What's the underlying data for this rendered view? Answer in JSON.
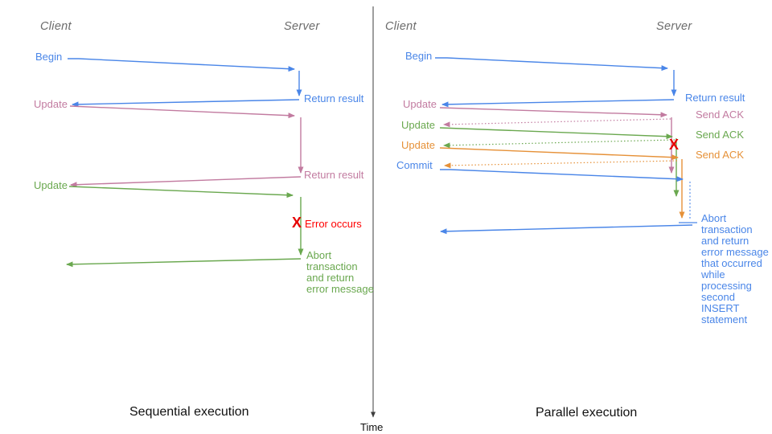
{
  "palette": {
    "blue": "#4a86e8",
    "pink": "#c27ba0",
    "green": "#6aa84f",
    "orange": "#e69138",
    "red": "#ff0000",
    "axis": "#3d3d3d",
    "header_gray": "#6b6b6b"
  },
  "timeline": {
    "label": "Time"
  },
  "left": {
    "title": "Sequential execution",
    "client_header": "Client",
    "server_header": "Server",
    "messages": {
      "begin": "Begin",
      "return_result_1": "Return result",
      "update_1": "Update",
      "return_result_2": "Return result",
      "update_2": "Update",
      "error_mark": "X",
      "error_occurs": "Error occurs",
      "abort_lines": [
        "Abort",
        "transaction",
        "and return",
        "error message"
      ]
    }
  },
  "right": {
    "title": "Parallel execution",
    "client_header": "Client",
    "server_header": "Server",
    "messages": {
      "begin": "Begin",
      "return_result": "Return result",
      "update_1": "Update",
      "send_ack_1": "Send ACK",
      "update_2": "Update",
      "send_ack_2": "Send ACK",
      "update_3": "Update",
      "send_ack_3": "Send ACK",
      "commit": "Commit",
      "error_mark": "X",
      "abort_lines": [
        "Abort",
        "transaction",
        "and return",
        "error message",
        "that occurred",
        "while",
        "processing",
        "second",
        "INSERT",
        "statement"
      ]
    }
  }
}
